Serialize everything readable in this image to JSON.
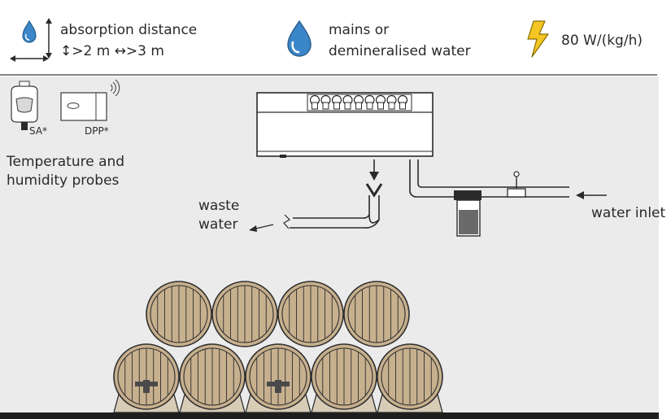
{
  "header": {
    "absorption": {
      "title": "absorption distance",
      "vertical": "↕>2 m",
      "horizontal": "↔>3 m"
    },
    "water": {
      "line1": "mains or",
      "line2": "demineralised water"
    },
    "power": {
      "value": "80 W/(kg/h)"
    }
  },
  "probes": {
    "sa_label": "SA*",
    "dpp_label": "DPP*",
    "caption_line1": "Temperature and",
    "caption_line2": "humidity probes"
  },
  "labels": {
    "waste_line1": "waste",
    "waste_line2": "water",
    "water_inlet": "water inlet"
  },
  "icons": [
    "water-drop-icon",
    "double-arrow-icon",
    "lightning-bolt-icon",
    "wireless-signal-icon"
  ],
  "colors": {
    "background_panel": "#ebebeb",
    "outline": "#3a3a3a",
    "drop_blue": "#3a86c8",
    "bolt_yellow": "#f3c623",
    "barrel_wood": "#c7b08e",
    "barrel_stand": "#d8ccb7",
    "floor": "#1f1f1f"
  }
}
